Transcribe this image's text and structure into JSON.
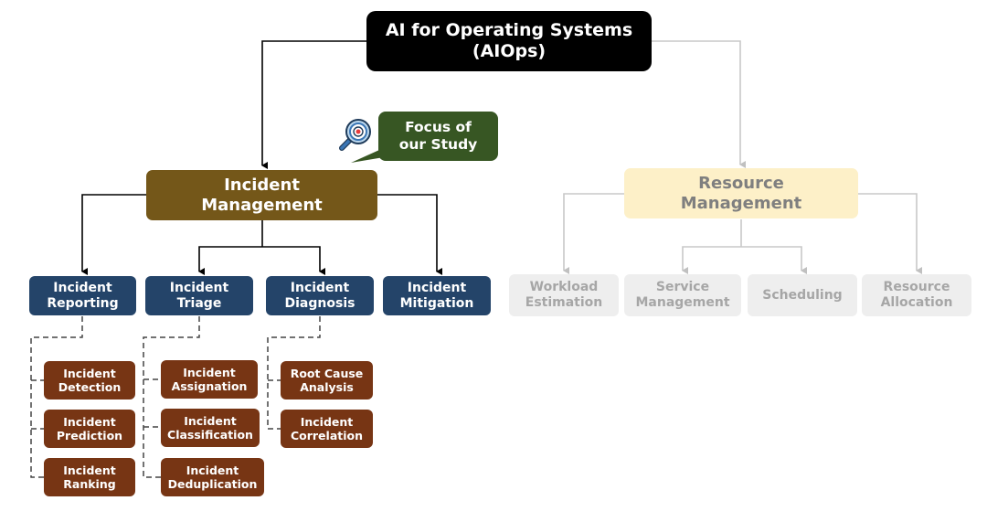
{
  "root": {
    "label": "AI for Operating Systems\n(AIOps)"
  },
  "callout": {
    "label": "Focus of\nour Study",
    "icon": "magnifier-target-icon"
  },
  "incident_management": {
    "label": "Incident\nManagement",
    "children": [
      {
        "label": "Incident\nReporting",
        "subtasks": [
          "Incident\nDetection",
          "Incident\nPrediction",
          "Incident\nRanking"
        ]
      },
      {
        "label": "Incident\nTriage",
        "subtasks": [
          "Incident\nAssignation",
          "Incident\nClassification",
          "Incident\nDeduplication"
        ]
      },
      {
        "label": "Incident\nDiagnosis",
        "subtasks": [
          "Root Cause\nAnalysis",
          "Incident\nCorrelation"
        ]
      },
      {
        "label": "Incident\nMitigation",
        "subtasks": []
      }
    ]
  },
  "resource_management": {
    "label": "Resource\nManagement",
    "children": [
      {
        "label": "Workload\nEstimation"
      },
      {
        "label": "Service\nManagement"
      },
      {
        "label": "Scheduling"
      },
      {
        "label": "Resource\nAllocation"
      }
    ]
  },
  "colors": {
    "root": "#000000",
    "incident_management": "#745719",
    "resource_management": "#fdf0c8",
    "incident_tasks": "#244469",
    "subtasks": "#773514",
    "resource_tasks": "#eeeeee",
    "callout": "#375623"
  }
}
